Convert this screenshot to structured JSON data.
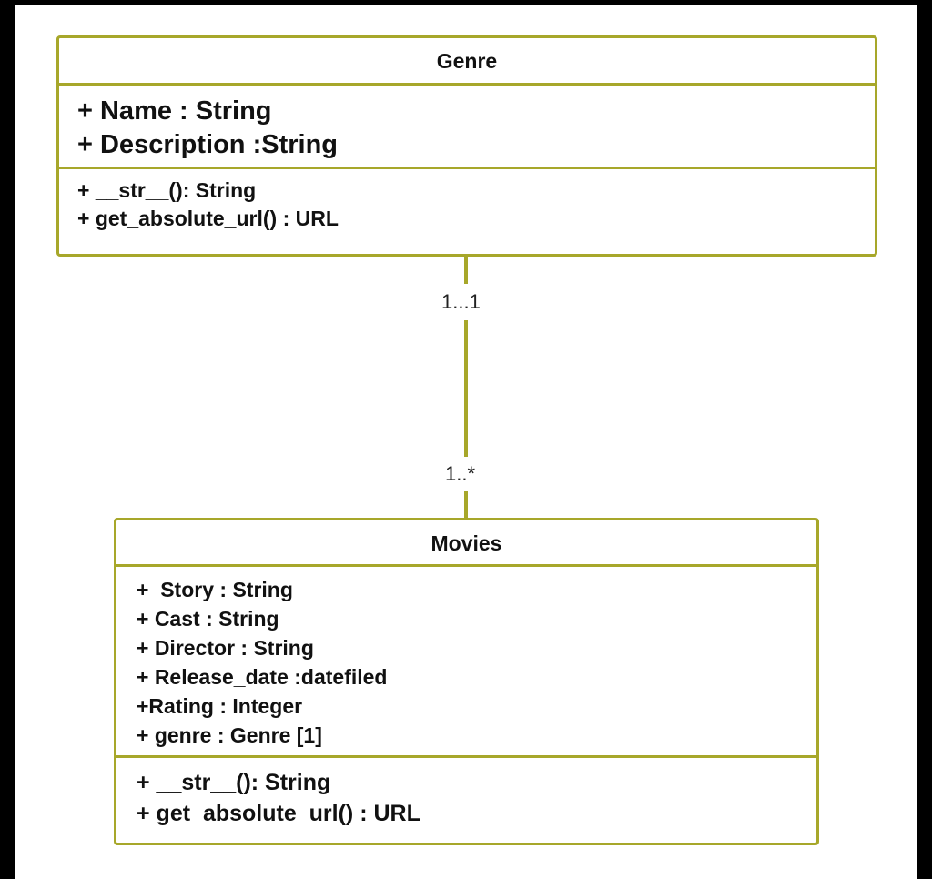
{
  "colors": {
    "frame": "#000000",
    "canvas": "#ffffff",
    "border": "#a7a72a",
    "text": "#111111"
  },
  "genre": {
    "name": "Genre",
    "attributes": [
      "+ Name : String",
      "+ Description :String"
    ],
    "operations": [
      "+ __str__(): String",
      "+ get_absolute_url() : URL"
    ]
  },
  "association": {
    "genre_multiplicity": "1...1",
    "movies_multiplicity": "1..*"
  },
  "movies": {
    "name": "Movies",
    "attributes": [
      "+  Story : String",
      "+ Cast : String",
      "+ Director : String",
      "+ Release_date :datefiled",
      "+Rating : Integer",
      "+ genre : Genre [1]"
    ],
    "operations": [
      "+ __str__(): String",
      "+ get_absolute_url() : URL"
    ]
  }
}
